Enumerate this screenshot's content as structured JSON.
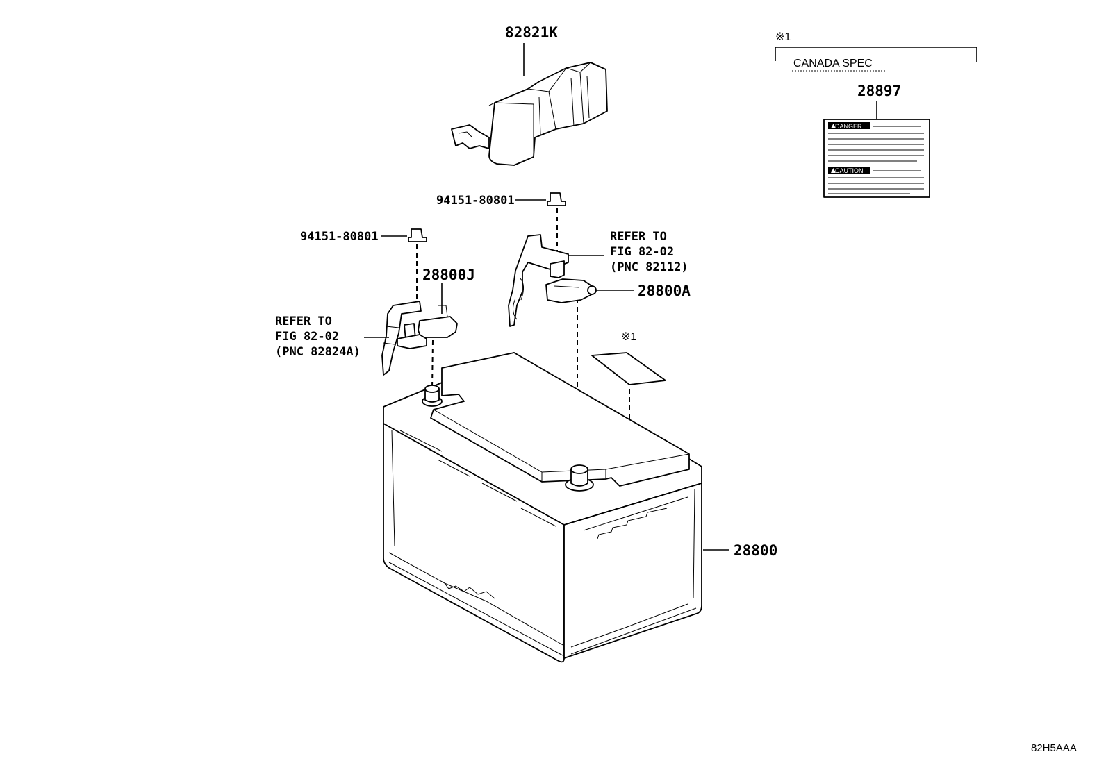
{
  "callouts": {
    "cover": "82821K",
    "clamp_bolt_top": "94151-80801",
    "clamp_bolt_left": "94151-80801",
    "terminal_neg": "28800J",
    "terminal_pos": "28800A",
    "battery": "28800",
    "label_part": "28897",
    "marker_on_battery": "※1"
  },
  "refer_pos": {
    "line1": "REFER TO",
    "line2": "FIG 82-02",
    "line3": "(PNC 82112)"
  },
  "refer_neg": {
    "line1": "REFER TO",
    "line2": "FIG 82-02",
    "line3": "(PNC 82824A)"
  },
  "spec_box": {
    "marker": "※1",
    "title": "CANADA SPEC"
  },
  "warning_label": {
    "danger_tag": "DANGER",
    "caution_tag": "CAUTION"
  },
  "figure_code": "82H5AAA"
}
